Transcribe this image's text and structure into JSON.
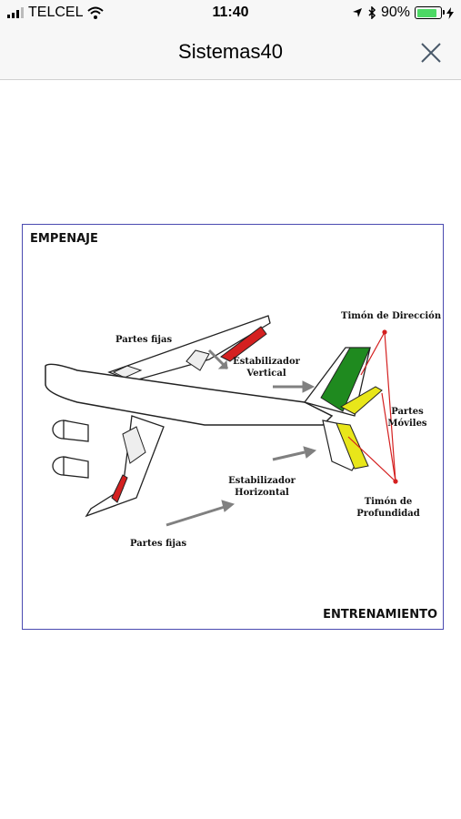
{
  "status_bar": {
    "carrier": "TELCEL",
    "time": "11:40",
    "battery_percent": "90%",
    "battery_level": 0.9
  },
  "nav": {
    "title": "Sistemas40",
    "close_icon": "close-x-icon"
  },
  "figure": {
    "title": "EMPENAJE",
    "footer": "ENTRENAMIENTO",
    "labels": {
      "partes_fijas_top": "Partes fijas",
      "estabilizador_vertical_1": "Estabilizador",
      "estabilizador_vertical_2": "Vertical",
      "timon_direccion": "Timón de Dirección",
      "partes_moviles": "Partes Móviles",
      "estabilizador_horizontal_1": "Estabilizador",
      "estabilizador_horizontal_2": "Horizontal",
      "timon_profundidad": "Timón de Profundidad",
      "partes_fijas_bottom": "Partes fijas"
    },
    "colors": {
      "border": "#4a4ab0",
      "rudder": "#1f8a1f",
      "elevator": "#e8e61a",
      "fixed_parts": "#d42020",
      "arrow": "#808080",
      "pointer": "#d42020"
    }
  }
}
